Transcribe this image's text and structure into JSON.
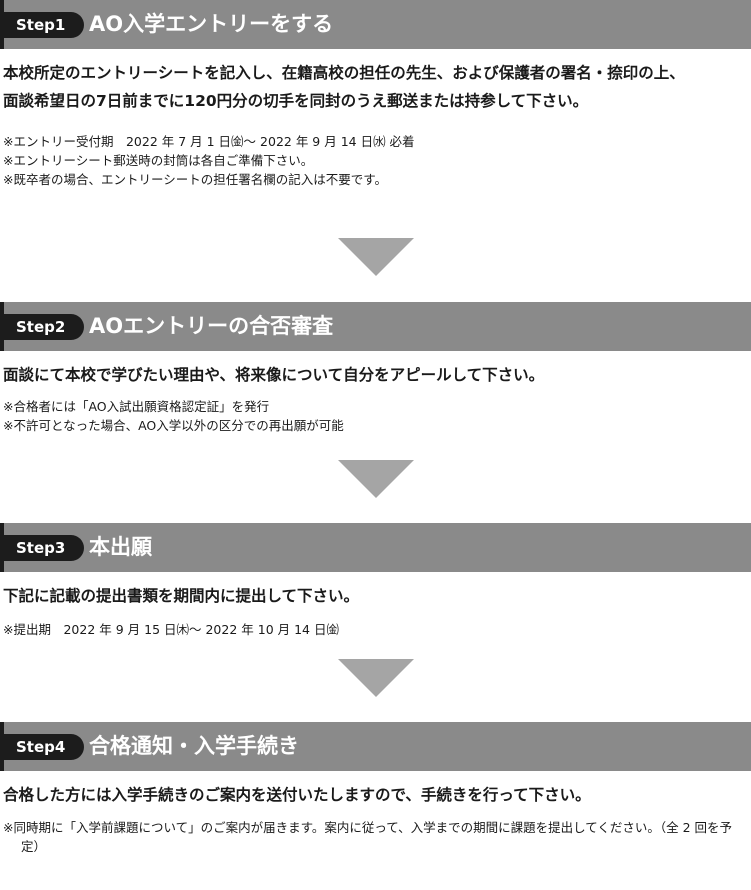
{
  "steps": [
    {
      "badge": "Step1",
      "title": "AO入学エントリーをする",
      "main": [
        "本校所定のエントリーシートを記入し、在籍高校の担任の先生、および保護者の署名・捺印の上、",
        "面談希望日の7日前までに120円分の切手を同封のうえ郵送または持参して下さい。"
      ],
      "notes": [
        "※エントリー受付期　2022 年 7 月 1 日㈮～ 2022 年 9 月 14 日㈬ 必着",
        "※エントリーシート郵送時の封筒は各自ご準備下さい。",
        "※既卒者の場合、エントリーシートの担任署名欄の記入は不要です。"
      ]
    },
    {
      "badge": "Step2",
      "title": "AOエントリーの合否審査",
      "main": [
        "面談にて本校で学びたい理由や、将来像について自分をアピールして下さい。"
      ],
      "notes": [
        "※合格者には「AO入試出願資格認定証」を発行",
        "※不許可となった場合、AO入学以外の区分での再出願が可能"
      ]
    },
    {
      "badge": "Step3",
      "title": "本出願",
      "main": [
        "下記に記載の提出書類を期間内に提出して下さい。"
      ],
      "notes": [
        "※提出期　2022 年 9 月 15 日㈭～ 2022 年 10 月 14 日㈮"
      ]
    },
    {
      "badge": "Step4",
      "title": "合格通知・入学手続き",
      "main": [
        "合格した方には入学手続きのご案内を送付いたしますので、手続きを行って下さい。"
      ],
      "notes": [
        "※同時期に「入学前課題について」のご案内が届きます。案内に従って、入学までの期間に課題を提出してください。（全 2 回を予定）"
      ]
    }
  ],
  "colors": {
    "header_bg": "#8a8a8a",
    "badge_bg": "#1c1c1c",
    "arrow": "#a5a5a5"
  }
}
